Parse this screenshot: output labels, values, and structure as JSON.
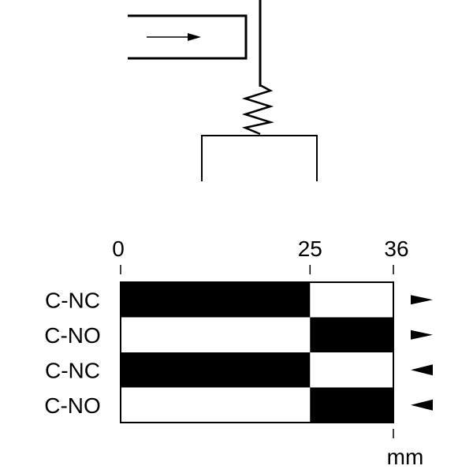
{
  "scale": {
    "ticks": [
      {
        "label": "0",
        "value": 0
      },
      {
        "label": "25",
        "value": 25
      },
      {
        "label": "36",
        "value": 36
      }
    ],
    "unit": "mm"
  },
  "contacts": [
    {
      "label": "C-NC",
      "closed_from": 0,
      "closed_to": 25,
      "direction": "right"
    },
    {
      "label": "C-NO",
      "closed_from": 25,
      "closed_to": 36,
      "direction": "right"
    },
    {
      "label": "C-NC",
      "closed_from": 0,
      "closed_to": 25,
      "direction": "left"
    },
    {
      "label": "C-NO",
      "closed_from": 25,
      "closed_to": 36,
      "direction": "left"
    }
  ],
  "colors": {
    "ink": "#000000",
    "paper": "#ffffff"
  }
}
